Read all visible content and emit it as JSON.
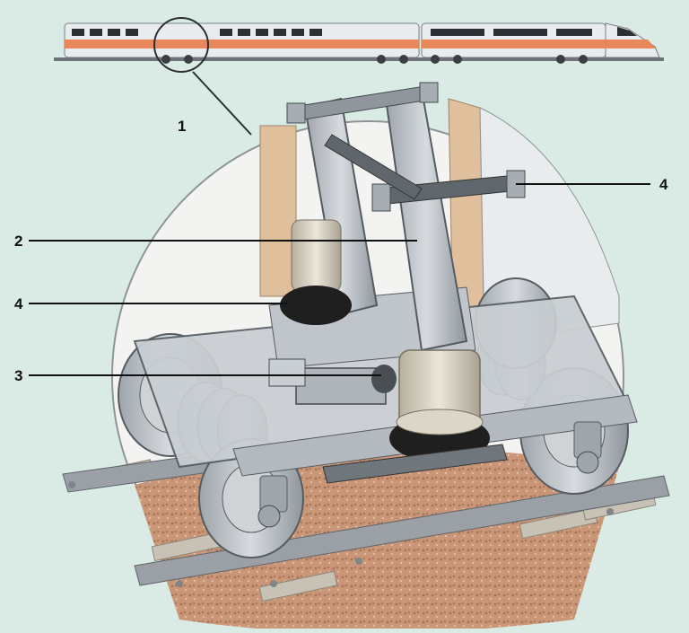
{
  "diagram": {
    "callouts": [
      {
        "id": "1",
        "text": "1"
      },
      {
        "id": "2",
        "text": "2"
      },
      {
        "id": "3",
        "text": "3"
      },
      {
        "id": "4a",
        "text": "4"
      },
      {
        "id": "4b",
        "text": "4"
      }
    ],
    "colors": {
      "background": "#d9ebe4",
      "train_body": "#e9ecef",
      "train_stripe": "#e8875a",
      "frame_metal": "#b9bfc4",
      "air_spring_bladder": "#1f1f1f",
      "ballast": "#c9957a",
      "rail": "#9aa0a6",
      "sleeper": "#c8c2b6",
      "cutaway_panel": "#e0c09c"
    }
  }
}
